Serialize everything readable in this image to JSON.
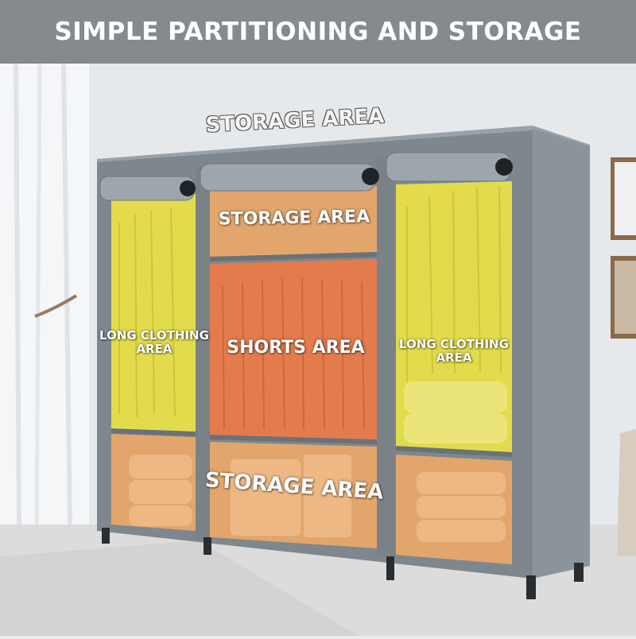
{
  "banner": {
    "title": "SIMPLE PARTITIONING AND STORAGE"
  },
  "labels": {
    "top_storage": "STORAGE AREA",
    "middle_storage": "STORAGE AREA",
    "shorts": "SHORTS AREA",
    "long_left_line1": "LONG CLOTHING",
    "long_left_line2": "AREA",
    "long_right_line1": "LONG CLOTHING",
    "long_right_line2": "AREA",
    "bottom_storage": "STORAGE AREA"
  },
  "colors": {
    "wardrobe_frame": "#8a9299",
    "yellow_zone": "#e8e04a",
    "orange_zone": "#e97a4a",
    "storage_zone": "#e8a86a",
    "banner_bg": "#787c80"
  }
}
